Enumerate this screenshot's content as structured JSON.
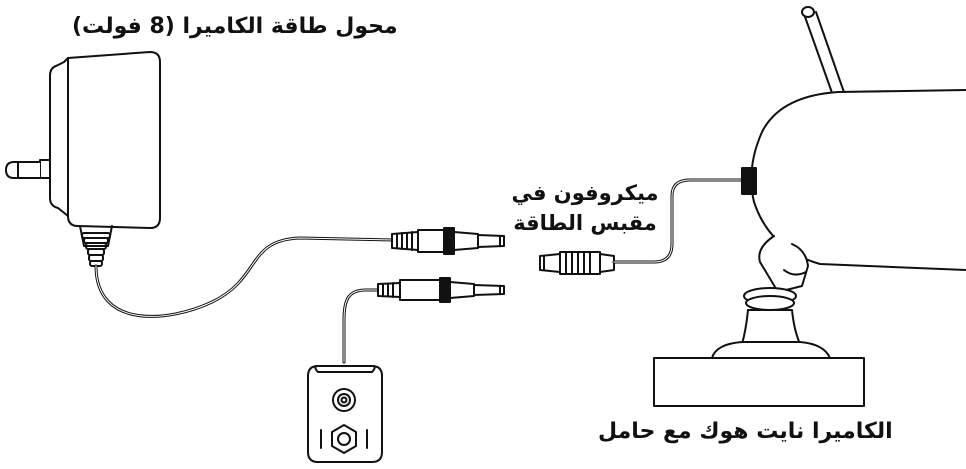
{
  "labels": {
    "adapter": "محول طاقة الكاميرا (8 فولت)",
    "mic_line1": "ميكروفون في",
    "mic_line2": "مقبس الطاقة",
    "camera": "الكاميرا نايت هوك مع حامل"
  },
  "colors": {
    "stroke": "#111111",
    "background": "#ffffff"
  }
}
